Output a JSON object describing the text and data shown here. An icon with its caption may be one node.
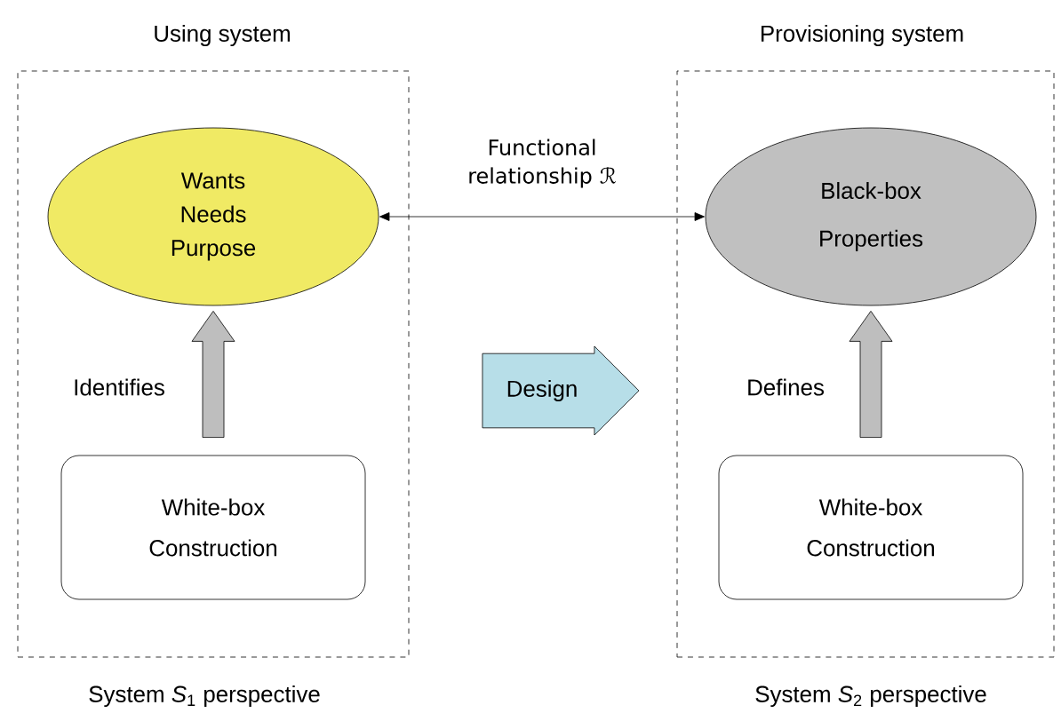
{
  "diagram": {
    "nodes": [
      {
        "text": [
          "Using system"
        ],
        "beside": [
          "System *S*$_{1}$ perspective"
        ]
      },
      {
        "text": [
          "Wants Needs Purpose"
        ],
        "in": 0
      },
      {
        "text": [
          "White-box",
          "Construction"
        ],
        "in": 0
      },
      {
        "text": [
          "Provisioning system"
        ],
        "beside": [
          "System *S*$_{2}$ perspective"
        ]
      },
      {
        "text": [
          "Black-box",
          "Properties"
        ],
        "in": 3
      },
      {
        "text": [
          "White-box",
          "Construction"
        ],
        "in": 3
      },
      {
        "text": [
          "Design"
        ]
      }
    ],
    "edges": [
      {
        "from": 1,
        "to": 4,
        "arrow": "both",
        "label": "Functional relationship ℛ"
      },
      {
        "from": 2,
        "to": 1,
        "arrow": "to",
        "label": "Identifies",
        "style": "thick"
      },
      {
        "from": 5,
        "to": 4,
        "arrow": "to",
        "label": "Defines",
        "style": "thick"
      }
    ]
  }
}
